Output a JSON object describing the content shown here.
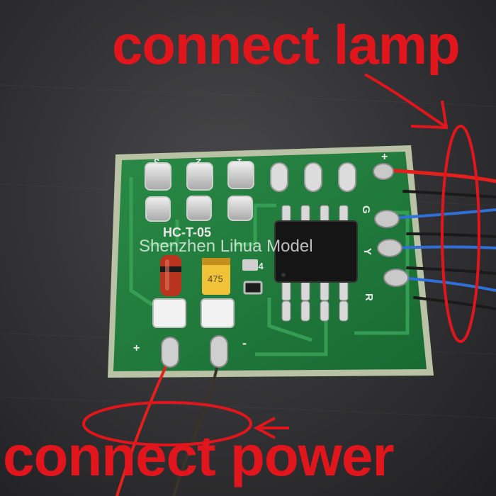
{
  "annotations": {
    "lamp_label": "connect lamp",
    "power_label": "connect power",
    "annotation_color": "#e1161d"
  },
  "watermark": "Shenzhen Lihua Model",
  "board": {
    "model_marking": "HC-T-05",
    "component_marking": "104",
    "capacitor_marking": "475",
    "top_pad_labels": [
      "3",
      "2",
      "1"
    ],
    "side_labels": [
      "+",
      "G",
      "Y",
      "R"
    ],
    "power_labels": [
      "+",
      "-"
    ],
    "board_color": "#1f7a3a",
    "wire_colors": {
      "positive": "#e3201b",
      "signal": "#2f6fd8",
      "ground": "#1a1a1a"
    }
  }
}
